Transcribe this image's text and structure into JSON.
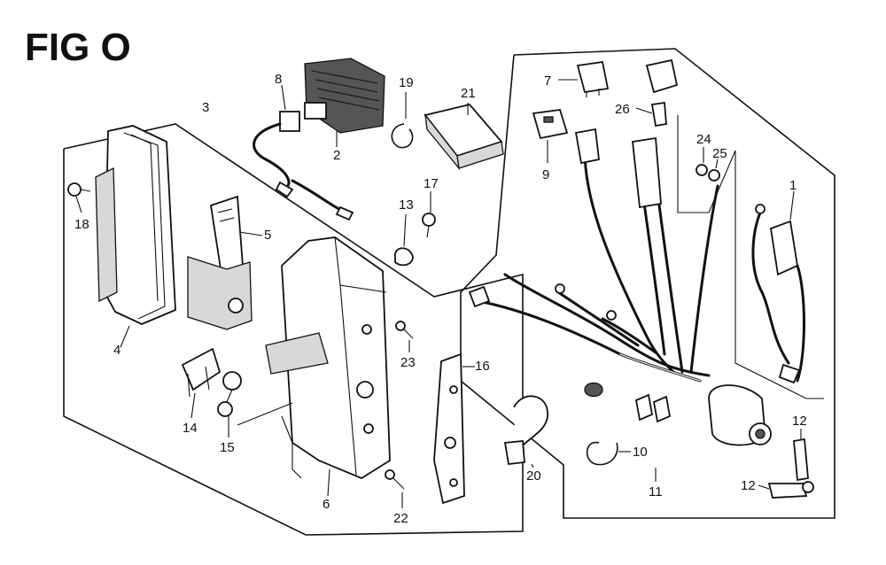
{
  "figure": {
    "title": "FIG O"
  },
  "callouts": {
    "c1": "1",
    "c2": "2",
    "c3": "3",
    "c4": "4",
    "c5": "5",
    "c6": "6",
    "c7": "7",
    "c8": "8",
    "c9": "9",
    "c10": "10",
    "c11": "11",
    "c12a": "12",
    "c12b": "12",
    "c13": "13",
    "c14": "14",
    "c15": "15",
    "c16": "16",
    "c17": "17",
    "c18": "18",
    "c19": "19",
    "c20": "20",
    "c21": "21",
    "c22": "22",
    "c23": "23",
    "c24": "24",
    "c25": "25",
    "c26": "26"
  }
}
